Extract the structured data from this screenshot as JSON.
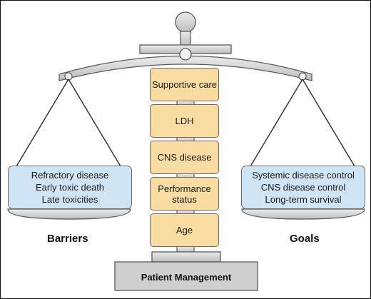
{
  "factors": [
    {
      "label": "Supportive care"
    },
    {
      "label": "LDH"
    },
    {
      "label": "CNS disease"
    },
    {
      "label": "Performance status"
    },
    {
      "label": "Age"
    }
  ],
  "left_pan": {
    "title": "Barriers",
    "items": [
      "Refractory disease",
      "Early toxic death",
      "Late toxicities"
    ]
  },
  "right_pan": {
    "title": "Goals",
    "items": [
      "Systemic disease control",
      "CNS disease control",
      "Long-term survival"
    ]
  },
  "base": {
    "label": "Patient Management"
  },
  "colors": {
    "factor_fill": "#f9dca2",
    "pan_box_fill": "#cfe4f5",
    "metal_fill": "#d6d6d6",
    "outline": "#5a5a5a"
  }
}
